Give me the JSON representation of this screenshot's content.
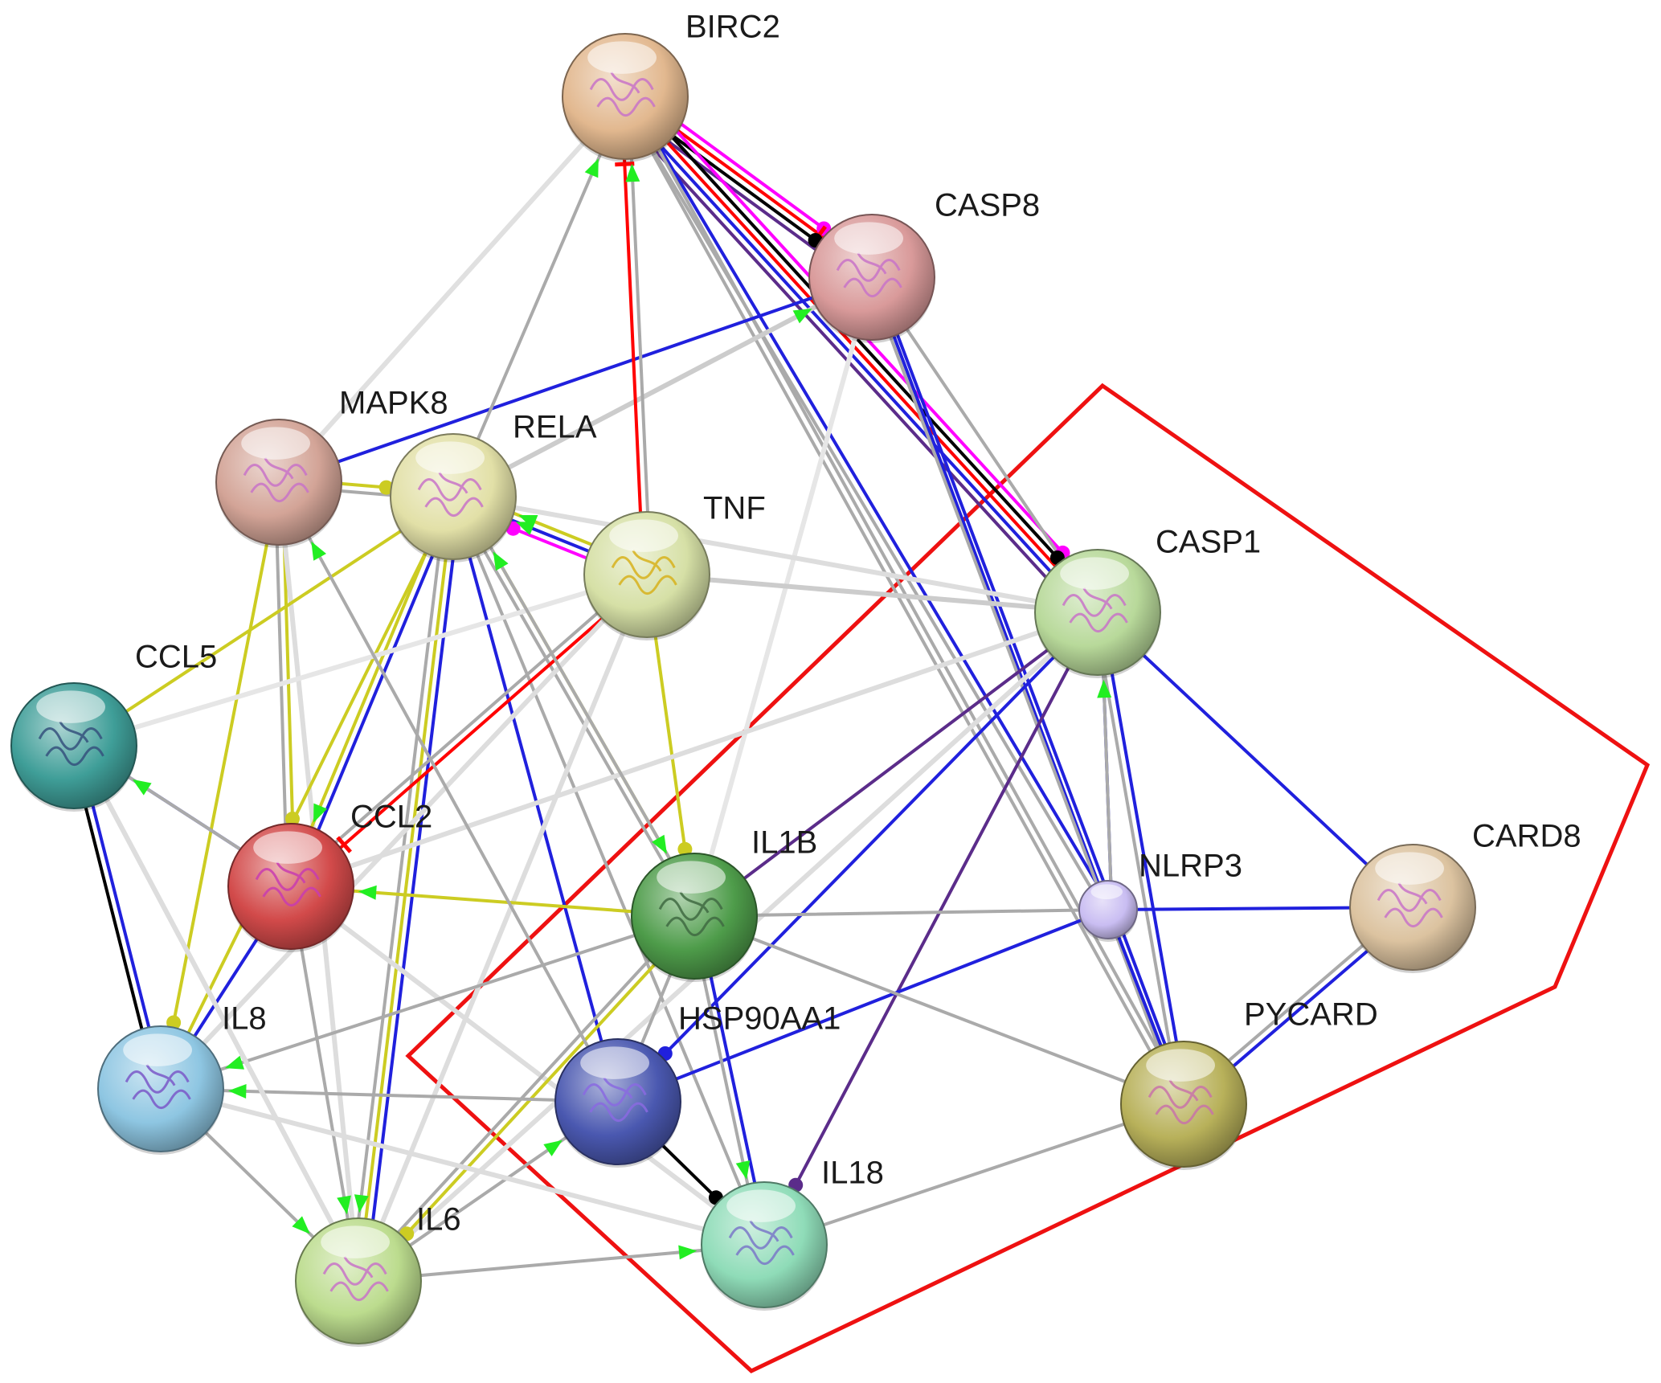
{
  "nodes": [
    {
      "id": "BIRC2",
      "label": "BIRC2",
      "color": "#e2b88f",
      "glyph": "#c873c8"
    },
    {
      "id": "CASP8",
      "label": "CASP8",
      "color": "#d99a9a",
      "glyph": "#c873c8"
    },
    {
      "id": "MAPK8",
      "label": "MAPK8",
      "color": "#d3a497",
      "glyph": "#c873c8"
    },
    {
      "id": "RELA",
      "label": "RELA",
      "color": "#e2e0a7",
      "glyph": "#c873c8"
    },
    {
      "id": "TNF",
      "label": "TNF",
      "color": "#d6e0a6",
      "glyph": "#d7b21c"
    },
    {
      "id": "CASP1",
      "label": "CASP1",
      "color": "#b8d99a",
      "glyph": "#c873c8"
    },
    {
      "id": "CCL5",
      "label": "CCL5",
      "color": "#3f9e98",
      "glyph": "#35517d"
    },
    {
      "id": "CCL2",
      "label": "CCL2",
      "color": "#d24a4a",
      "glyph": "#c83cb0"
    },
    {
      "id": "IL1B",
      "label": "IL1B",
      "color": "#4e9c4a",
      "glyph": "#3f6a42"
    },
    {
      "id": "NLRP3",
      "label": "NLRP3",
      "color": "#c9bdf2",
      "glyph": ""
    },
    {
      "id": "CARD8",
      "label": "CARD8",
      "color": "#dcc3a0",
      "glyph": "#c873c8"
    },
    {
      "id": "IL8",
      "label": "IL8",
      "color": "#8ec6e2",
      "glyph": "#7a58c8"
    },
    {
      "id": "HSP90AA1",
      "label": "HSP90AA1",
      "color": "#4a58b0",
      "glyph": "#8a6ae0"
    },
    {
      "id": "PYCARD",
      "label": "PYCARD",
      "color": "#b8b15a",
      "glyph": "#c873a8"
    },
    {
      "id": "IL6",
      "label": "IL6",
      "color": "#bcdc8e",
      "glyph": "#c873c8"
    },
    {
      "id": "IL18",
      "label": "IL18",
      "color": "#8fdcb8",
      "glyph": "#7a78c8"
    }
  ],
  "edges": [
    [
      "BIRC2",
      "CASP8",
      "#ff00ff",
      "dot"
    ],
    [
      "BIRC2",
      "CASP8",
      "#ff0000",
      "tee"
    ],
    [
      "BIRC2",
      "CASP8",
      "#000000",
      "dot"
    ],
    [
      "BIRC2",
      "CASP8",
      "#5b2c8a",
      "line"
    ],
    [
      "BIRC2",
      "CASP1",
      "#ff00ff",
      "dot"
    ],
    [
      "BIRC2",
      "CASP1",
      "#000000",
      "dot"
    ],
    [
      "BIRC2",
      "CASP1",
      "#ff0000",
      "line"
    ],
    [
      "BIRC2",
      "CASP1",
      "#2020dd",
      "line"
    ],
    [
      "BIRC2",
      "CASP1",
      "#5b2c8a",
      "line"
    ],
    [
      "BIRC2",
      "NLRP3",
      "#2020dd",
      "line"
    ],
    [
      "BIRC2",
      "NLRP3",
      "#aaaaaa",
      "line"
    ],
    [
      "BIRC2",
      "PYCARD",
      "#aaaaaa",
      "line"
    ],
    [
      "BIRC2",
      "PYCARD",
      "#aaaaaa",
      "line"
    ],
    [
      "CASP8",
      "CASP1",
      "#aaaaaa",
      "line"
    ],
    [
      "CASP8",
      "NLRP3",
      "#2020dd",
      "line"
    ],
    [
      "CASP8",
      "PYCARD",
      "#2020dd",
      "line"
    ],
    [
      "CASP8",
      "PYCARD",
      "#aaaaaa",
      "line"
    ],
    [
      "CASP8",
      "IL1B",
      "#e6e6e6",
      "line"
    ],
    [
      "MAPK8",
      "CASP8",
      "#2020dd",
      "line"
    ],
    [
      "MAPK8",
      "BIRC2",
      "#e0e0e0",
      "line"
    ],
    [
      "MAPK8",
      "RELA",
      "#cccc22",
      "dot"
    ],
    [
      "MAPK8",
      "RELA",
      "#aaaaaa",
      "line"
    ],
    [
      "MAPK8",
      "CCL2",
      "#cccc22",
      "dot"
    ],
    [
      "MAPK8",
      "CCL2",
      "#aaaaaa",
      "line"
    ],
    [
      "MAPK8",
      "IL8",
      "#cccc22",
      "dot"
    ],
    [
      "MAPK8",
      "IL6",
      "#dddddd",
      "line"
    ],
    [
      "RELA",
      "BIRC2",
      "#aaaaaa",
      "arrow"
    ],
    [
      "RELA",
      "CASP8",
      "#cccccc",
      "arrow"
    ],
    [
      "RELA",
      "CCL5",
      "#cccc22",
      "line"
    ],
    [
      "RELA",
      "CCL2",
      "#2020dd",
      "line"
    ],
    [
      "RELA",
      "CCL2",
      "#cccc22",
      "arrow"
    ],
    [
      "RELA",
      "IL8",
      "#cccc22",
      "line"
    ],
    [
      "RELA",
      "IL6",
      "#2020dd",
      "line"
    ],
    [
      "RELA",
      "IL6",
      "#cccc22",
      "line"
    ],
    [
      "RELA",
      "IL6",
      "#aaaaaa",
      "arrow"
    ],
    [
      "RELA",
      "HSP90AA1",
      "#2020dd",
      "line"
    ],
    [
      "RELA",
      "IL1B",
      "#cccc22",
      "arrow"
    ],
    [
      "RELA",
      "IL1B",
      "#aaaaaa",
      "line"
    ],
    [
      "RELA",
      "IL18",
      "#aaaaaa",
      "line"
    ],
    [
      "RELA",
      "CASP1",
      "#dddddd",
      "line"
    ],
    [
      "TNF",
      "BIRC2",
      "#ff0000",
      "tee"
    ],
    [
      "TNF",
      "BIRC2",
      "#aaaaaa",
      "arrow"
    ],
    [
      "TNF",
      "RELA",
      "#ff00ff",
      "dot"
    ],
    [
      "TNF",
      "RELA",
      "#2020dd",
      "arrow"
    ],
    [
      "TNF",
      "RELA",
      "#cccc22",
      "arrow"
    ],
    [
      "TNF",
      "CCL2",
      "#ff0000",
      "tee"
    ],
    [
      "TNF",
      "CCL2",
      "#aaaaaa",
      "line"
    ],
    [
      "TNF",
      "IL1B",
      "#cccc22",
      "dot"
    ],
    [
      "TNF",
      "CASP1",
      "#cccccc",
      "line"
    ],
    [
      "TNF",
      "IL6",
      "#dddddd",
      "line"
    ],
    [
      "TNF",
      "IL8",
      "#dddddd",
      "line"
    ],
    [
      "TNF",
      "CCL5",
      "#e6e6e6",
      "line"
    ],
    [
      "CASP1",
      "IL1B",
      "#5b2c8a",
      "line"
    ],
    [
      "CASP1",
      "IL18",
      "#5b2c8a",
      "dot"
    ],
    [
      "CASP1",
      "HSP90AA1",
      "#2020dd",
      "dot"
    ],
    [
      "CASP1",
      "NLRP3",
      "#2020dd",
      "line"
    ],
    [
      "CASP1",
      "PYCARD",
      "#2020dd",
      "line"
    ],
    [
      "CASP1",
      "PYCARD",
      "#aaaaaa",
      "line"
    ],
    [
      "CASP1",
      "CARD8",
      "#2020dd",
      "line"
    ],
    [
      "CASP1",
      "IL6",
      "#dddddd",
      "line"
    ],
    [
      "CASP1",
      "CCL2",
      "#dddddd",
      "line"
    ],
    [
      "NLRP3",
      "CARD8",
      "#2020dd",
      "line"
    ],
    [
      "NLRP3",
      "PYCARD",
      "#2020dd",
      "line"
    ],
    [
      "NLRP3",
      "HSP90AA1",
      "#2020dd",
      "line"
    ],
    [
      "NLRP3",
      "IL1B",
      "#aaaaaa",
      "line"
    ],
    [
      "NLRP3",
      "CASP1",
      "#aaaaaa",
      "arrow"
    ],
    [
      "CARD8",
      "PYCARD",
      "#2020dd",
      "line"
    ],
    [
      "CARD8",
      "PYCARD",
      "#aaaaaa",
      "line"
    ],
    [
      "PYCARD",
      "IL1B",
      "#aaaaaa",
      "line"
    ],
    [
      "PYCARD",
      "IL18",
      "#aaaaaa",
      "line"
    ],
    [
      "CCL5",
      "CCL2",
      "#2020dd",
      "line"
    ],
    [
      "CCL5",
      "IL8",
      "#2020dd",
      "line"
    ],
    [
      "CCL5",
      "IL8",
      "#000000",
      "line"
    ],
    [
      "CCL5",
      "IL6",
      "#dddddd",
      "line"
    ],
    [
      "CCL2",
      "CCL5",
      "#aaaaaa",
      "arrow"
    ],
    [
      "CCL2",
      "IL8",
      "#2020dd",
      "line"
    ],
    [
      "CCL2",
      "IL6",
      "#aaaaaa",
      "arrow"
    ],
    [
      "CCL2",
      "IL18",
      "#dddddd",
      "line"
    ],
    [
      "IL1B",
      "CCL2",
      "#cccc22",
      "arrow"
    ],
    [
      "IL1B",
      "IL8",
      "#aaaaaa",
      "arrow"
    ],
    [
      "IL1B",
      "IL6",
      "#cccc22",
      "dot"
    ],
    [
      "IL1B",
      "IL6",
      "#aaaaaa",
      "line"
    ],
    [
      "IL1B",
      "IL18",
      "#2020dd",
      "line"
    ],
    [
      "IL1B",
      "IL18",
      "#aaaaaa",
      "arrow"
    ],
    [
      "IL1B",
      "HSP90AA1",
      "#aaaaaa",
      "line"
    ],
    [
      "IL1B",
      "RELA",
      "#aaaaaa",
      "arrow"
    ],
    [
      "HSP90AA1",
      "IL8",
      "#aaaaaa",
      "arrow"
    ],
    [
      "HSP90AA1",
      "IL18",
      "#000000",
      "dot"
    ],
    [
      "HSP90AA1",
      "MAPK8",
      "#aaaaaa",
      "arrow"
    ],
    [
      "IL6",
      "HSP90AA1",
      "#aaaaaa",
      "arrow"
    ],
    [
      "IL6",
      "IL18",
      "#aaaaaa",
      "arrow"
    ],
    [
      "IL8",
      "IL6",
      "#aaaaaa",
      "arrow"
    ],
    [
      "IL8",
      "IL18",
      "#dddddd",
      "line"
    ],
    [
      "IL6",
      "CCL5",
      "#dddddd",
      "line"
    ]
  ],
  "cluster": {
    "color": "#ee1111"
  }
}
